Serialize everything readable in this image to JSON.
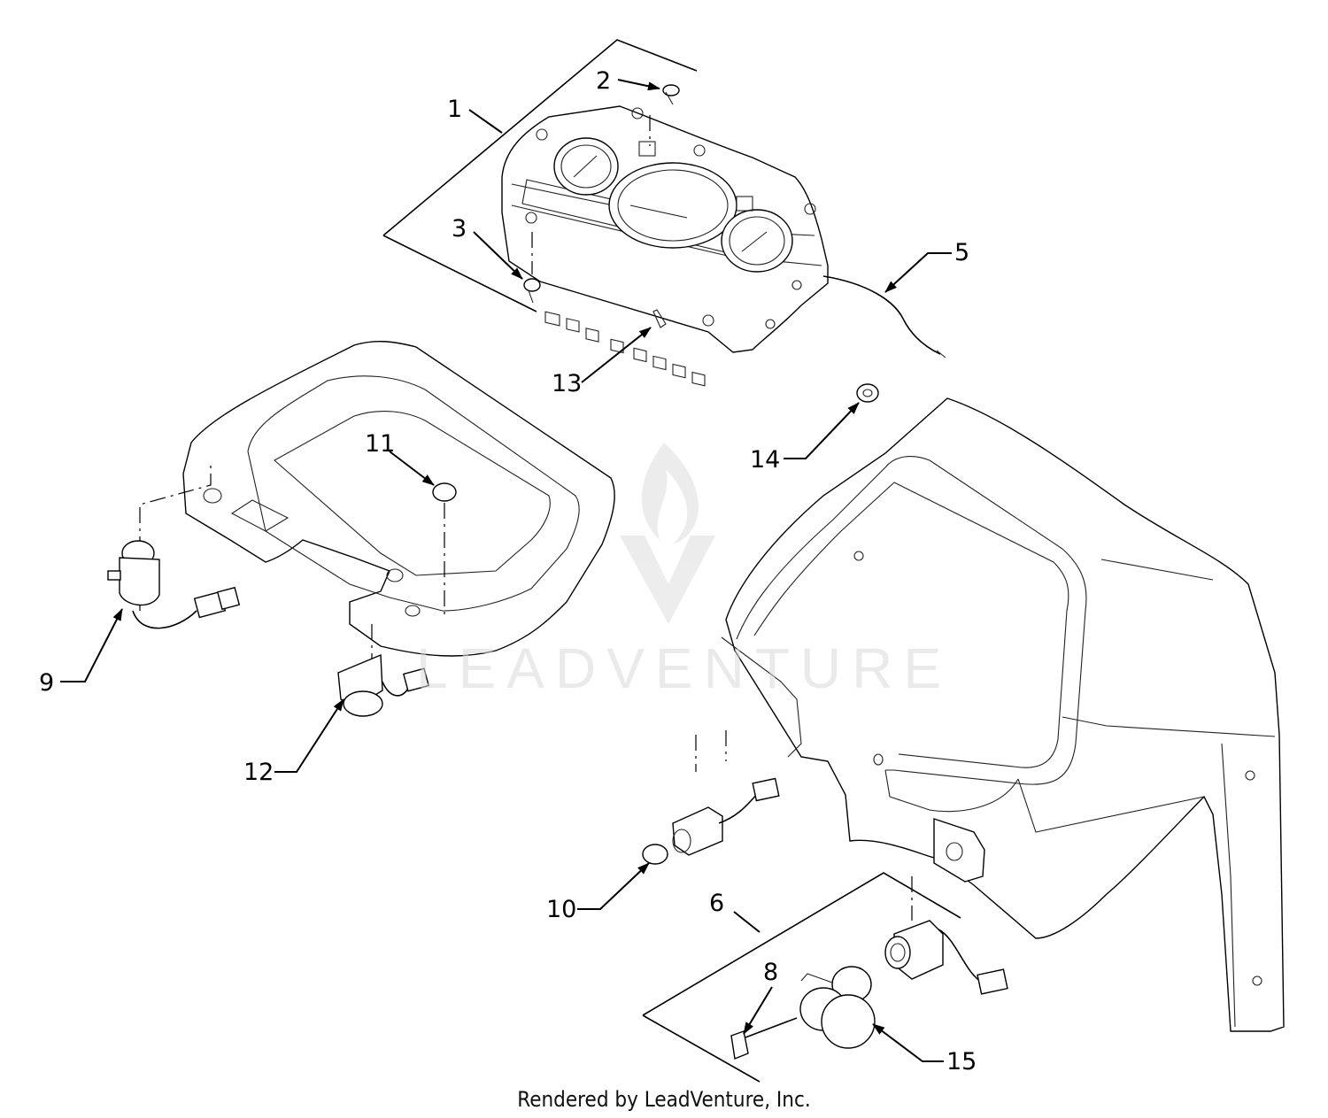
{
  "diagram": {
    "watermark": "LEADVENTURE",
    "credit": "Rendered by LeadVenture, Inc.",
    "callouts": [
      "1",
      "2",
      "3",
      "5",
      "13",
      "11",
      "14",
      "9",
      "12",
      "10",
      "6",
      "8",
      "15"
    ]
  }
}
